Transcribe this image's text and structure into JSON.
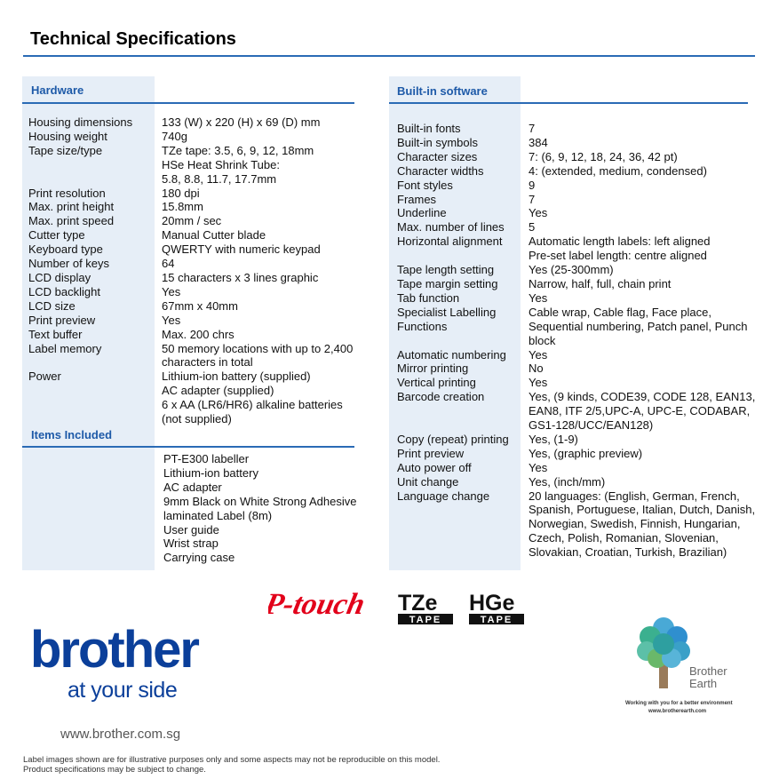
{
  "title": "Technical Specifications",
  "hardware": {
    "heading": "Hardware",
    "rows": [
      {
        "label": "Housing dimensions",
        "value": [
          "133 (W) x 220 (H) x 69 (D) mm"
        ]
      },
      {
        "label": "Housing weight",
        "value": [
          "740g"
        ]
      },
      {
        "label": "Tape size/type",
        "value": [
          "TZe tape: 3.5, 6, 9, 12, 18mm",
          "HSe Heat Shrink Tube:",
          "5.8, 8.8, 11.7, 17.7mm"
        ]
      },
      {
        "label": "Print resolution",
        "value": [
          "180 dpi"
        ]
      },
      {
        "label": "Max. print height",
        "value": [
          "15.8mm"
        ]
      },
      {
        "label": "Max. print speed",
        "value": [
          "20mm / sec"
        ]
      },
      {
        "label": "Cutter type",
        "value": [
          "Manual Cutter blade"
        ]
      },
      {
        "label": "Keyboard type",
        "value": [
          "QWERTY with numeric keypad"
        ]
      },
      {
        "label": "Number of keys",
        "value": [
          "64"
        ]
      },
      {
        "label": "LCD display",
        "value": [
          "15 characters x 3 lines graphic"
        ]
      },
      {
        "label": "LCD backlight",
        "value": [
          "Yes"
        ]
      },
      {
        "label": "LCD size",
        "value": [
          "67mm x 40mm"
        ]
      },
      {
        "label": "Print preview",
        "value": [
          "Yes"
        ]
      },
      {
        "label": "Text buffer",
        "value": [
          "Max. 200 chrs"
        ]
      },
      {
        "label": "Label memory",
        "value": [
          "50 memory locations with up to 2,400",
          "characters in total"
        ]
      },
      {
        "label": "Power",
        "value": [
          "Lithium-ion battery (supplied)",
          "AC adapter (supplied)",
          "6 x AA (LR6/HR6) alkaline batteries",
          "(not supplied)"
        ]
      }
    ]
  },
  "items_included": {
    "heading": "Items Included",
    "items": [
      "PT-E300 labeller",
      "Lithium-ion battery",
      "AC adapter",
      "9mm Black on White Strong Adhesive",
      "laminated Label (8m)",
      "User guide",
      "Wrist strap",
      "Carrying case"
    ]
  },
  "software": {
    "heading": "Built-in software",
    "rows": [
      {
        "label": "Built-in fonts",
        "value": [
          "7"
        ]
      },
      {
        "label": "Built-in symbols",
        "value": [
          "384"
        ]
      },
      {
        "label": "Character sizes",
        "value": [
          "7: (6, 9, 12, 18, 24, 36, 42 pt)"
        ]
      },
      {
        "label": "Character widths",
        "value": [
          "4: (extended, medium, condensed)"
        ]
      },
      {
        "label": "Font styles",
        "value": [
          "9"
        ]
      },
      {
        "label": "Frames",
        "value": [
          "7"
        ]
      },
      {
        "label": "Underline",
        "value": [
          "Yes"
        ]
      },
      {
        "label": "Max. number of lines",
        "value": [
          "5"
        ]
      },
      {
        "label": "Horizontal alignment",
        "value": [
          "Automatic length labels: left aligned",
          "Pre-set label length: centre aligned"
        ]
      },
      {
        "label": "Tape length setting",
        "value": [
          "Yes (25-300mm)"
        ]
      },
      {
        "label": "Tape margin setting",
        "value": [
          "Narrow, half, full, chain print"
        ]
      },
      {
        "label": "Tab function",
        "value": [
          "Yes"
        ]
      },
      {
        "label": "Specialist Labelling",
        "value": [
          "Cable wrap, Cable flag, Face place,"
        ]
      },
      {
        "label": "Functions",
        "value": [
          "Sequential numbering, Patch panel, Punch",
          "block"
        ]
      },
      {
        "label": "Automatic numbering",
        "value": [
          "Yes"
        ]
      },
      {
        "label": "Mirror printing",
        "value": [
          "No"
        ]
      },
      {
        "label": "Vertical printing",
        "value": [
          "Yes"
        ]
      },
      {
        "label": "Barcode creation",
        "value": [
          "Yes, (9 kinds, CODE39, CODE 128, EAN13,",
          "EAN8, ITF 2/5,UPC-A, UPC-E, CODABAR,",
          "GS1-128/UCC/EAN128)"
        ]
      },
      {
        "label": "Copy (repeat) printing",
        "value": [
          "Yes, (1-9)"
        ]
      },
      {
        "label": "Print preview",
        "value": [
          "Yes, (graphic preview)"
        ]
      },
      {
        "label": "Auto power off",
        "value": [
          "Yes"
        ]
      },
      {
        "label": "Unit change",
        "value": [
          "Yes, (inch/mm)"
        ]
      },
      {
        "label": "Language change",
        "value": [
          "20 languages: (English, German, French,",
          "Spanish, Portuguese, Italian, Dutch, Danish,",
          "Norwegian, Swedish, Finnish, Hungarian,",
          "Czech, Polish, Romanian, Slovenian,",
          "Slovakian, Croatian, Turkish, Brazilian)"
        ]
      }
    ]
  },
  "logos": {
    "ptouch": "P-touch",
    "tze": "TZe",
    "tze_sub": "TAPE",
    "hge": "HGe",
    "hge_sub": "TAPE",
    "brother": "brother",
    "brother_tagline": "at your side",
    "earth_name_line1": "Brother",
    "earth_name_line2": "Earth",
    "earth_tagline": "Working with you for a better environment",
    "earth_url": "www.brotherearth.com"
  },
  "website": "www.brother.com.sg",
  "disclaimer": [
    "Label images shown are for illustrative purposes only and some aspects may not be reproducible on this model.",
    "Product specifications may be subject to change."
  ],
  "colors": {
    "accent_blue": "#2a6bb5",
    "heading_blue": "#1e5aa8",
    "panel_bg": "#e6eef7",
    "brother_blue": "#0b3f9a",
    "ptouch_red": "#e2001a"
  }
}
